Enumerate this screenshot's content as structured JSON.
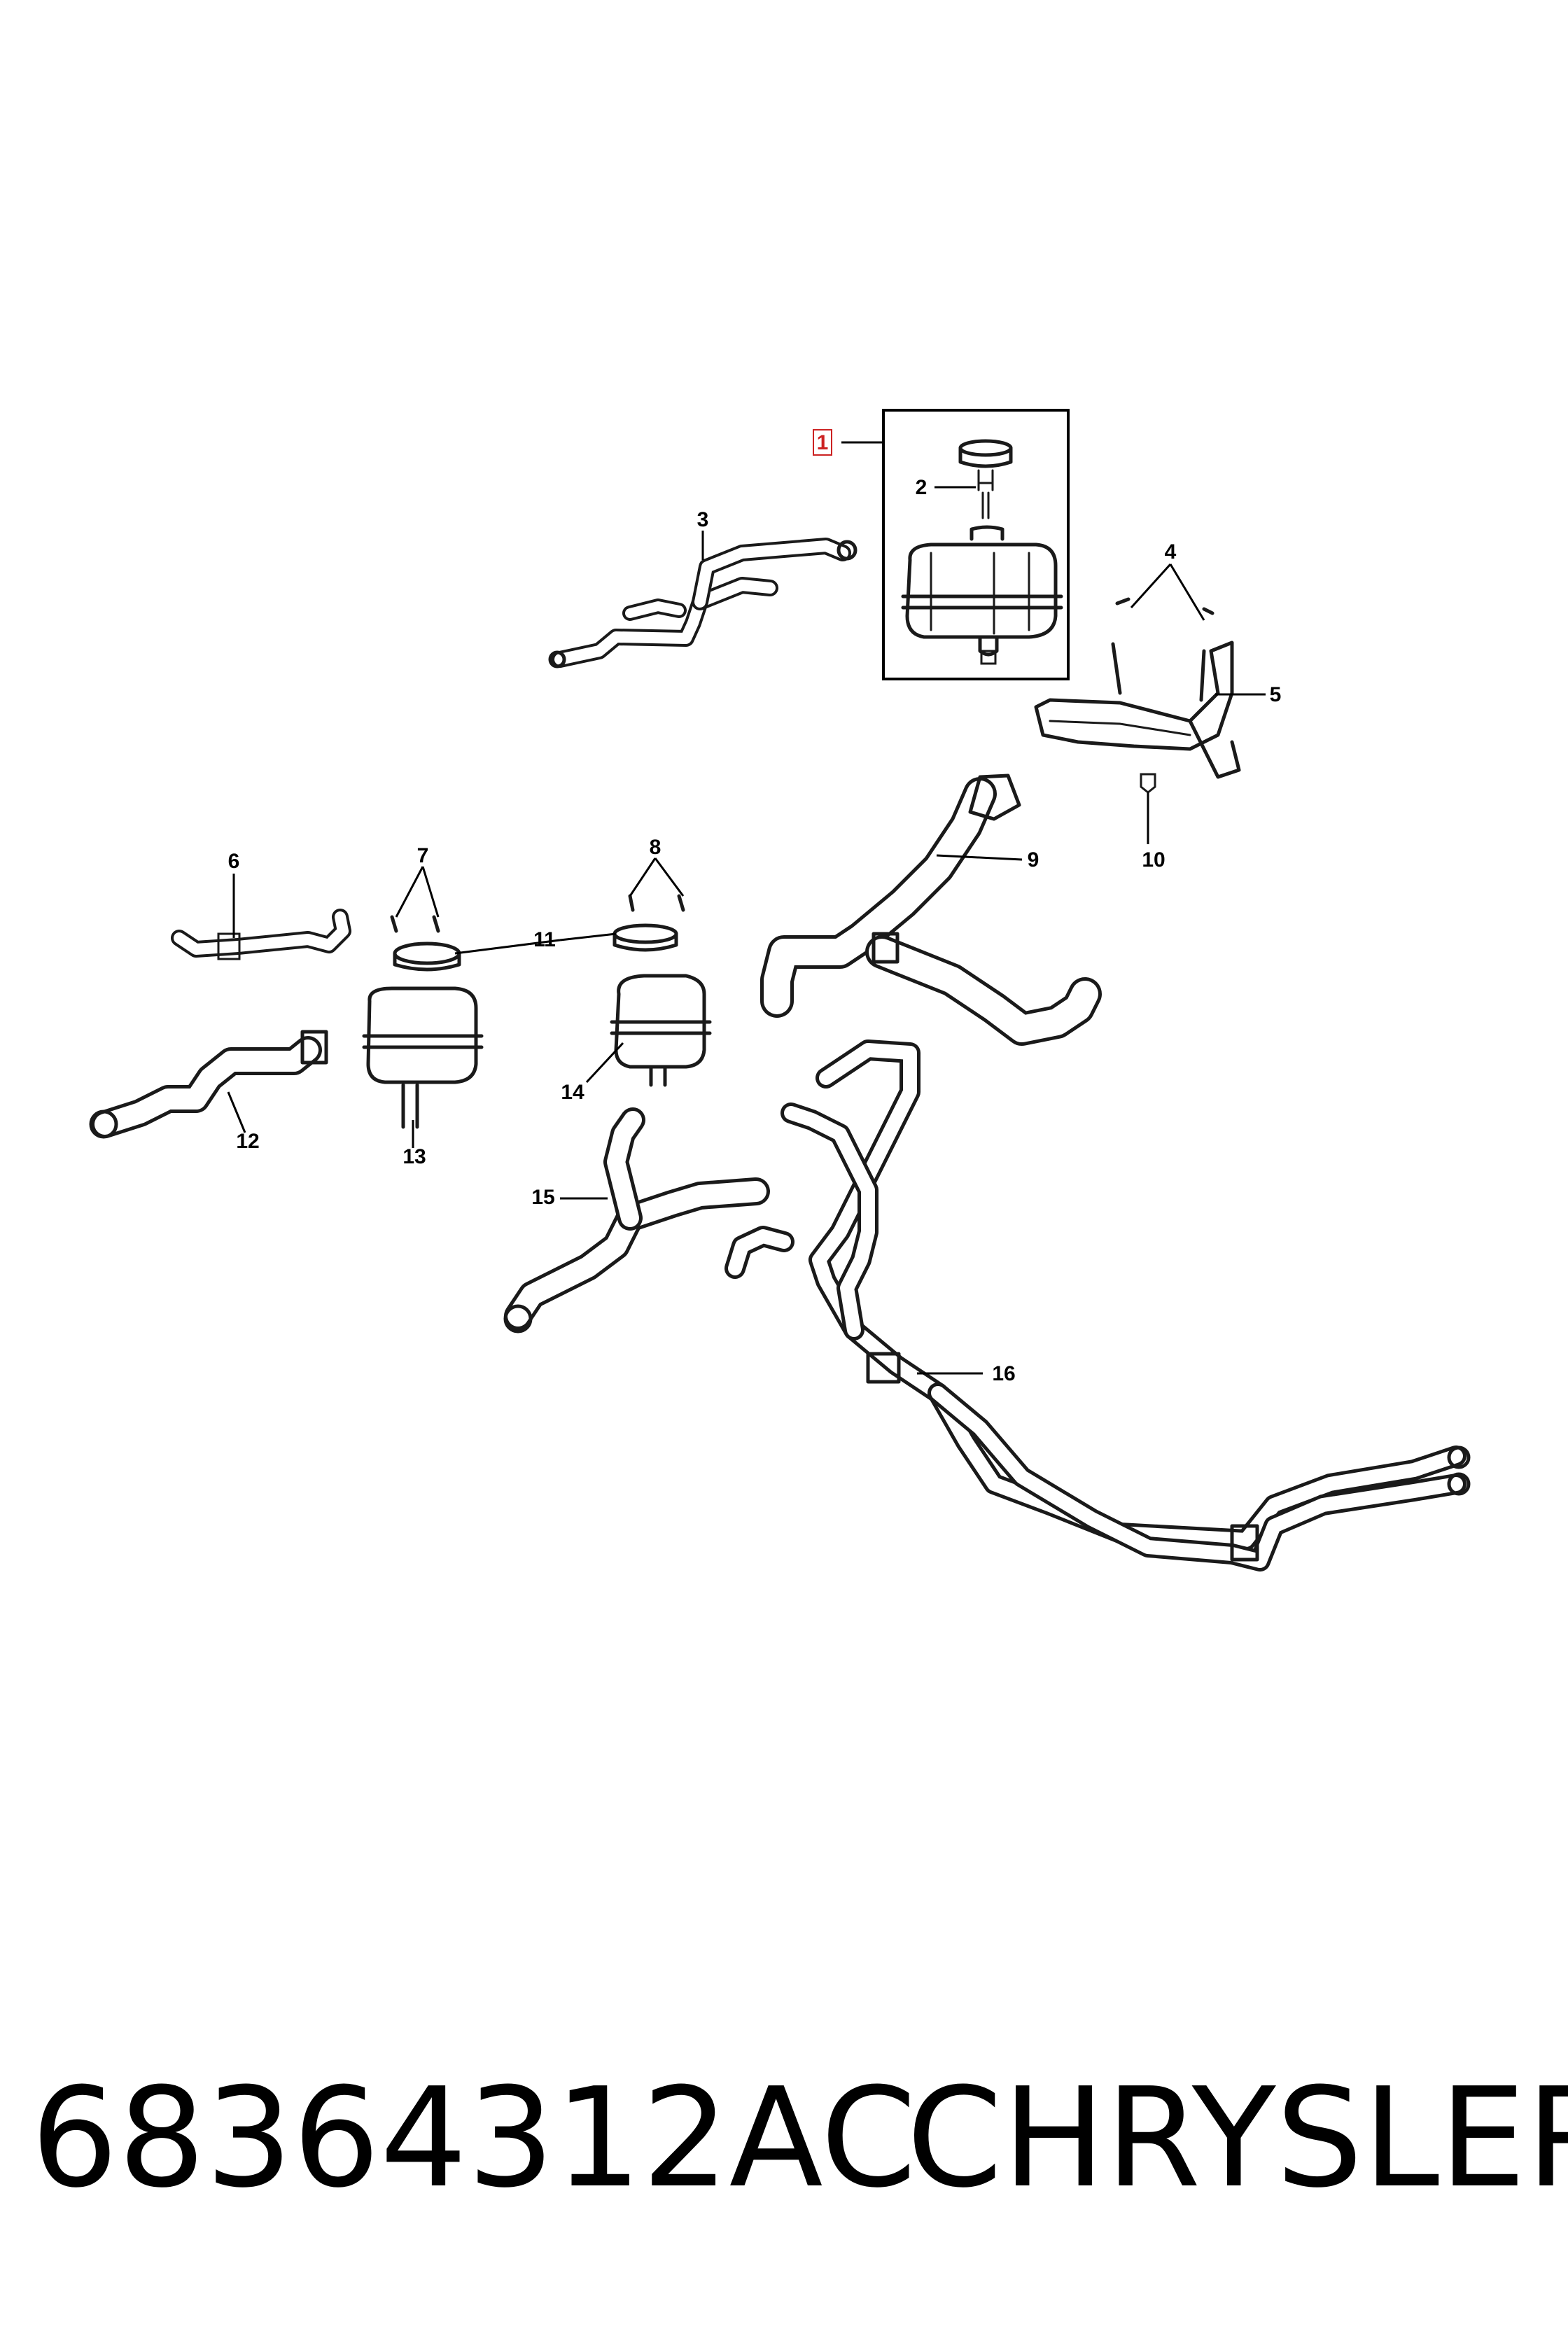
{
  "diagram": {
    "callouts": {
      "c1": "1",
      "c2": "2",
      "c3": "3",
      "c4": "4",
      "c5": "5",
      "c6": "6",
      "c7": "7",
      "c8": "8",
      "c9": "9",
      "c10": "10",
      "c11": "11",
      "c12": "12",
      "c13": "13",
      "c14": "14",
      "c15": "15",
      "c16": "16"
    },
    "highlighted_callout": "1"
  },
  "footer": {
    "part_number": "68364312AC",
    "brand": "CHRYSLER"
  }
}
